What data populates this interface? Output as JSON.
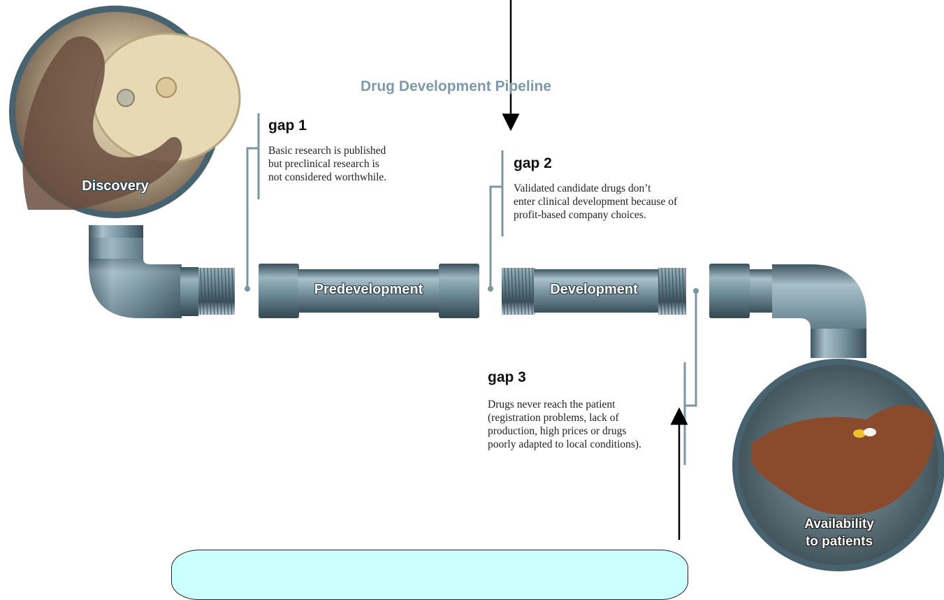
{
  "title": "Drug Development Pipeline",
  "stages": {
    "discovery": "Discovery",
    "predevelopment": "Predevelopment",
    "development": "Development",
    "availability": "Availability\nto patients"
  },
  "gaps": [
    {
      "heading": "gap 1",
      "text": "Basic research is published\nbut preclinical research is\nnot considered worthwhile."
    },
    {
      "heading": "gap 2",
      "text": "Validated candidate drugs don’t\nenter clinical development because of\nprofit-based company choices."
    },
    {
      "heading": "gap 3",
      "text": "Drugs never reach the patient\n(registration problems, lack of\nproduction, high prices or drugs\npoorly adapted to local conditions)."
    }
  ],
  "colors": {
    "pipe": "#6c8996",
    "pipe_dark": "#3f5762",
    "pipe_light": "#a9c0ca",
    "title": "#7e9aaa",
    "callout_fill": "#ccffff",
    "connector": "#7a96a3"
  }
}
